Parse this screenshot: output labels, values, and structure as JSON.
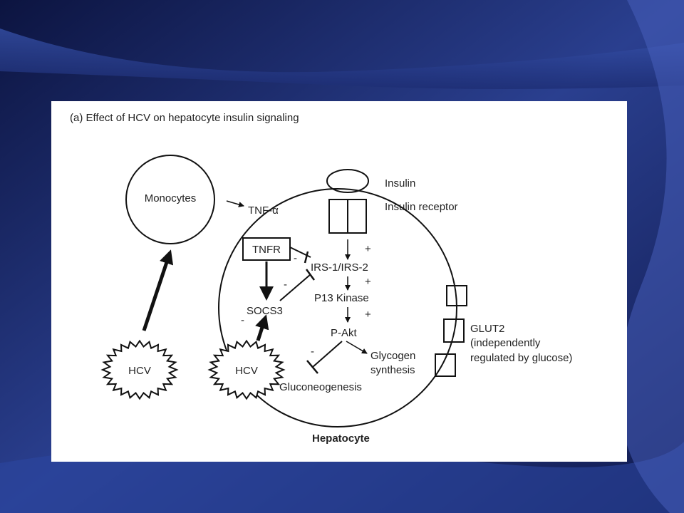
{
  "diagram": {
    "title": "(a) Effect of HCV on hepatocyte insulin signaling",
    "nodes": {
      "monocytes": "Monocytes",
      "tnf_alpha": "TNF-α",
      "insulin": "Insulin",
      "insulin_receptor": "Insulin receptor",
      "tnfr": "TNFR",
      "irs": "IRS-1/IRS-2",
      "p13_kinase": "P13 Kinase",
      "socs3": "SOCS3",
      "p_akt": "P-Akt",
      "glycogen_synthesis_line1": "Glycogen",
      "glycogen_synthesis_line2": "synthesis",
      "gluconeogenesis": "Gluconeogenesis",
      "glut2_line1": "GLUT2",
      "glut2_line2": "(independently",
      "glut2_line3": "regulated by glucose)",
      "hcv_left": "HCV",
      "hcv_right": "HCV",
      "hepatocyte": "Hepatocyte"
    },
    "signs": {
      "plus_1": "+",
      "plus_2": "+",
      "plus_3": "+",
      "minus_tnfr": "-",
      "minus_socs": "-",
      "minus_hcv": "-",
      "minus_akt": "-"
    }
  }
}
